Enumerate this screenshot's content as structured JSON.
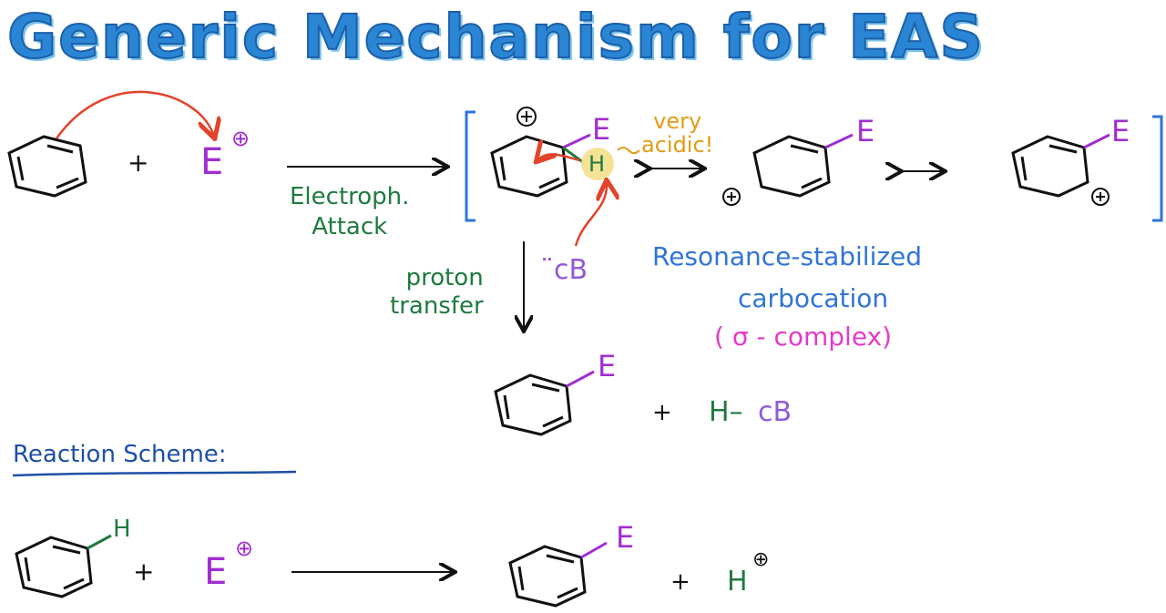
{
  "title": "Generic Mechanism for EAS",
  "reagents": {
    "plus": "+",
    "electrophile": "E",
    "charge": "⊕"
  },
  "arrows": {
    "electrophilic_attack": "Electroph.\nAttack",
    "proton_transfer": "proton\ntransfer",
    "double_arrow": "⟷"
  },
  "sigma_complex": {
    "h_label": "H",
    "e_label": "E",
    "charge": "⊕",
    "acidic_note": "very\nacidic!",
    "base": "̈cB",
    "caption_line1": "Resonance-stabilized",
    "caption_line2": "carbocation",
    "caption_line3": "( σ - complex)"
  },
  "product": {
    "e_label": "E",
    "plus": "+",
    "hcb_h": "H–",
    "hcb_b": "cB"
  },
  "reaction_scheme": {
    "label": "Reaction Scheme:",
    "h_label": "H",
    "plus": "+",
    "electrophile": "E",
    "charge": "⊕",
    "product_e": "E",
    "product_plus": "+",
    "proton": "H",
    "proton_charge": "⊕"
  },
  "colors": {
    "electrophile": "#a12ed1",
    "green": "#1f7a3f",
    "red_arrow": "#e2432a",
    "blue_bracket": "#2f74d8",
    "orange": "#e39b16",
    "pink": "#e43ac8",
    "highlight": "#f3e08a"
  }
}
